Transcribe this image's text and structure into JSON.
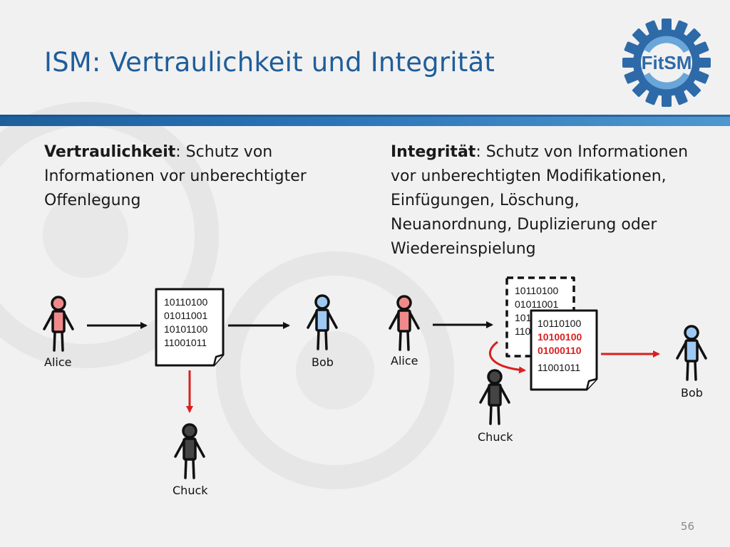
{
  "slide": {
    "title": "ISM: Vertraulichkeit und Integrität",
    "page_number": "56",
    "logo_text": "FitSM",
    "colors": {
      "title": "#1f5d9a",
      "band_dark": "#1d5f9c",
      "band_light": "#4f97cf",
      "logo": "#2e6aa8",
      "arrow_black": "#111111",
      "arrow_red": "#d9201f",
      "person_red": "#f08a8a",
      "person_blue": "#9ec9f2",
      "person_dark": "#444444"
    }
  },
  "left": {
    "term": "Vertraulichkeit",
    "definition": ": Schutz von Informationen vor unberechtigter Offenlegung",
    "diagram": {
      "sender": "Alice",
      "receiver": "Bob",
      "attacker": "Chuck",
      "document_lines": [
        "10110100",
        "01011001",
        "10101100",
        "11001011"
      ]
    }
  },
  "right": {
    "term": "Integrität",
    "definition": ": Schutz von Informationen vor unberechtigten Modifikationen, Einfügungen, Löschung, Neuanordnung, Duplizierung oder Wiedereinspielung",
    "diagram": {
      "sender": "Alice",
      "receiver": "Bob",
      "attacker": "Chuck",
      "original_document_lines": [
        "10110100",
        "01011001",
        "101",
        "110"
      ],
      "modified_document_lines": [
        "10110100",
        "10100100",
        "01000110",
        "11001011"
      ]
    }
  }
}
